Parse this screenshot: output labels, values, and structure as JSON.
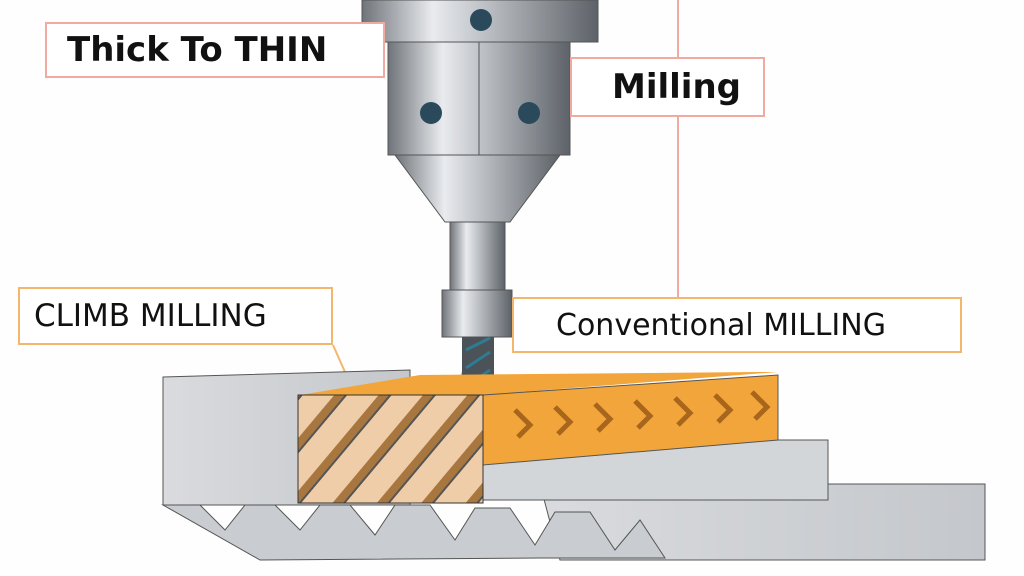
{
  "labels": {
    "thick_to_thin": "Thick To THIN",
    "milling": "Milling",
    "climb_milling": "CLIMB MILLING",
    "conventional_milling": "Conventional MILLING"
  },
  "colors": {
    "label_border_top": "#f0aaa2",
    "label_border_bottom": "#f3b66d",
    "workpiece_orange": "#f2a53a",
    "chip_hatch": "#e9c59c",
    "steel": "#c9ccd0"
  }
}
